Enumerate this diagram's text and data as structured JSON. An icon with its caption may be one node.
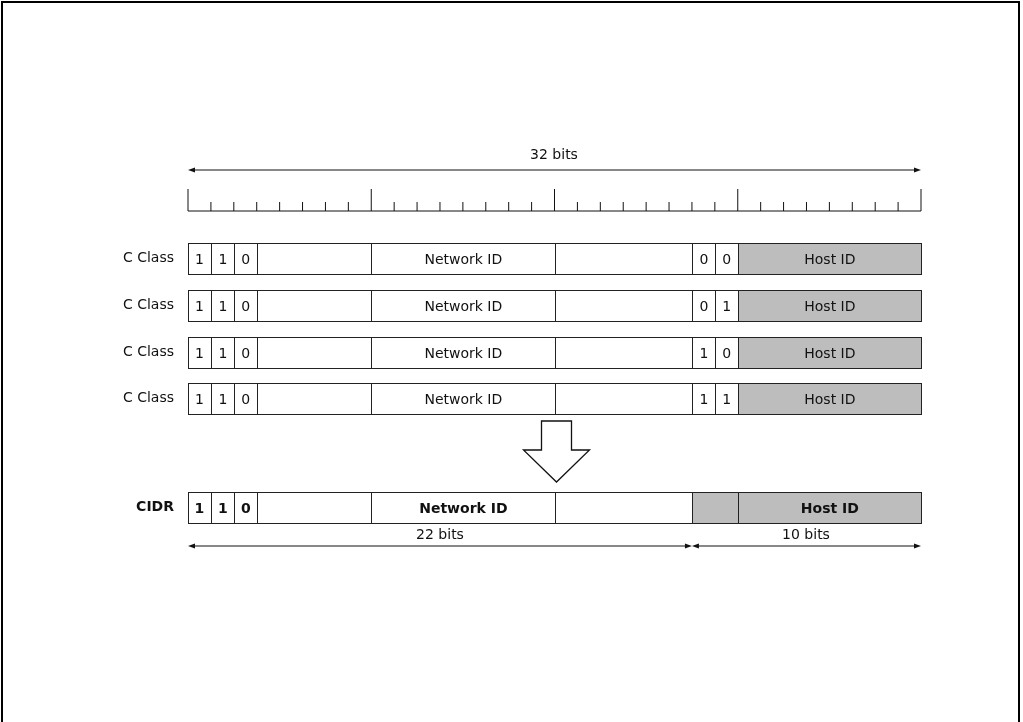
{
  "diagram": {
    "nodes": [
      {
        "text": [
          "1",
          "1",
          "0",
          "Network ID",
          "0",
          "0",
          "Host ID"
        ],
        "beside": [
          "C Class"
        ]
      },
      {
        "text": [
          "1",
          "1",
          "0",
          "Network ID",
          "0",
          "1",
          "Host ID"
        ],
        "beside": [
          "C Class"
        ]
      },
      {
        "text": [
          "1",
          "1",
          "0",
          "Network ID",
          "1",
          "0",
          "Host ID"
        ],
        "beside": [
          "C Class"
        ]
      },
      {
        "text": [
          "1",
          "1",
          "0",
          "Network ID",
          "1",
          "1",
          "Host ID"
        ],
        "beside": [
          "C Class"
        ]
      },
      {
        "text": [
          "1",
          "1",
          "0",
          "Network ID",
          "Host ID"
        ],
        "beside": [
          "CIDR"
        ]
      }
    ],
    "edges": [
      {
        "from": 3,
        "to": 4,
        "arrow": "to"
      }
    ],
    "labels": [
      "32 bits",
      "22 bits",
      "10 bits"
    ]
  }
}
